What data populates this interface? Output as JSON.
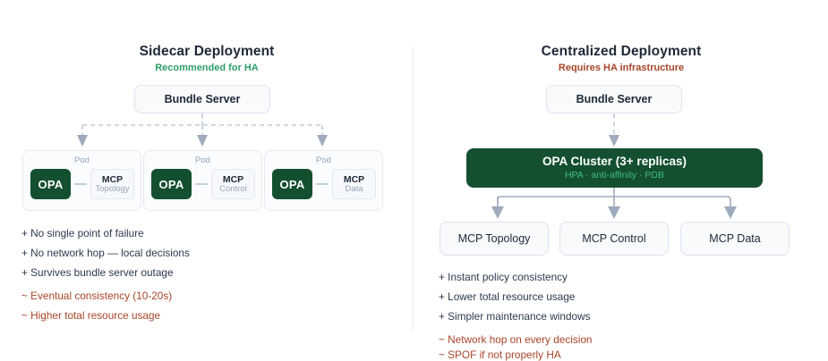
{
  "left": {
    "title": "Sidecar Deployment",
    "subtitle": "Recommended for HA",
    "subtitle_color": "#2e9e6b",
    "bundle_server": "Bundle Server",
    "pod_label": "Pod",
    "opa_label": "OPA",
    "pods": [
      {
        "pod_label": "Pod",
        "opa": "OPA",
        "mcp_line1": "MCP",
        "mcp_line2": "Topology"
      },
      {
        "pod_label": "Pod",
        "opa": "OPA",
        "mcp_line1": "MCP",
        "mcp_line2": "Control"
      },
      {
        "pod_label": "Pod",
        "opa": "OPA",
        "mcp_line1": "MCP",
        "mcp_line2": "Data"
      }
    ],
    "pros": [
      "+ No single point of failure",
      "+ No network hop — local decisions",
      "+ Survives bundle server outage"
    ],
    "cons": [
      "~ Eventual consistency (10-20s)",
      "~ Higher total resource usage"
    ]
  },
  "right": {
    "title": "Centralized Deployment",
    "subtitle": "Requires HA infrastructure",
    "subtitle_color": "#a8452a",
    "bundle_server": "Bundle Server",
    "cluster_title": "OPA Cluster (3+ replicas)",
    "cluster_subtitle": "HPA · anti-affinity · PDB",
    "mcp_boxes": [
      "MCP Topology",
      "MCP Control",
      "MCP Data"
    ],
    "pros": [
      "+ Instant policy consistency",
      "+ Lower total resource usage",
      "+ Simpler maintenance windows"
    ],
    "cons": [
      "~ Network hop on every decision",
      "~ SPOF if not properly HA"
    ]
  },
  "colors": {
    "opa_green": "#14502f",
    "cluster_green": "#14502f",
    "cluster_sub_green": "#3fbd82",
    "accent_green": "#2e9e6b",
    "accent_rust": "#a8452a",
    "arrow_gray": "#9eabbd",
    "box_border": "#dde3ec",
    "box_fill": "#f8fafc"
  }
}
